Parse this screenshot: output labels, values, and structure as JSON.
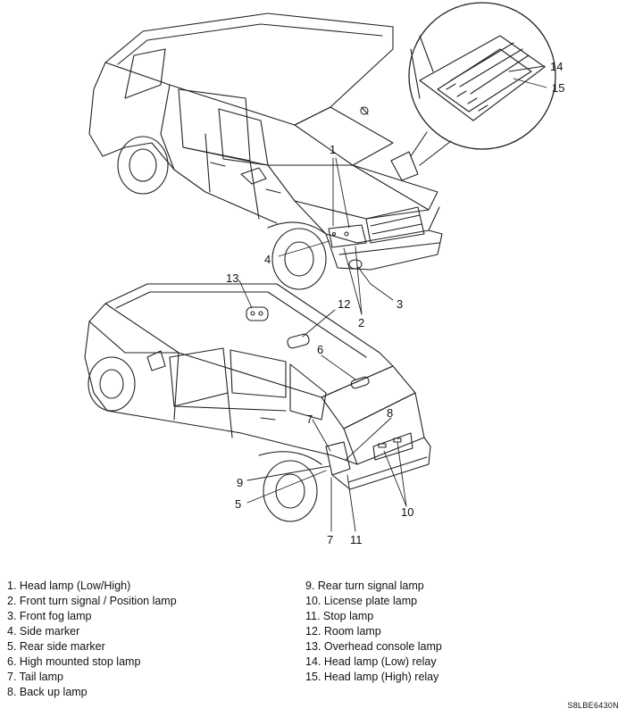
{
  "callouts": {
    "c1": "1",
    "c2": "2",
    "c3": "3",
    "c4": "4",
    "c5": "5",
    "c6": "6",
    "c7a": "7",
    "c7b": "7",
    "c8": "8",
    "c9": "9",
    "c10": "10",
    "c11": "11",
    "c12": "12",
    "c13": "13",
    "c14": "14",
    "c15": "15"
  },
  "legend": {
    "left": [
      "1. Head lamp (Low/High)",
      "2. Front turn signal / Position lamp",
      "3. Front fog lamp",
      "4. Side marker",
      "5. Rear side marker",
      "6. High mounted stop lamp",
      "7. Tail lamp",
      "8. Back up lamp"
    ],
    "right": [
      "9. Rear turn signal lamp",
      "10. License plate lamp",
      "11. Stop lamp",
      "12. Room lamp",
      "13. Overhead console lamp",
      "14. Head lamp (Low) relay",
      "15. Head lamp (High) relay"
    ]
  },
  "doc_code": "S8LBE6430N"
}
